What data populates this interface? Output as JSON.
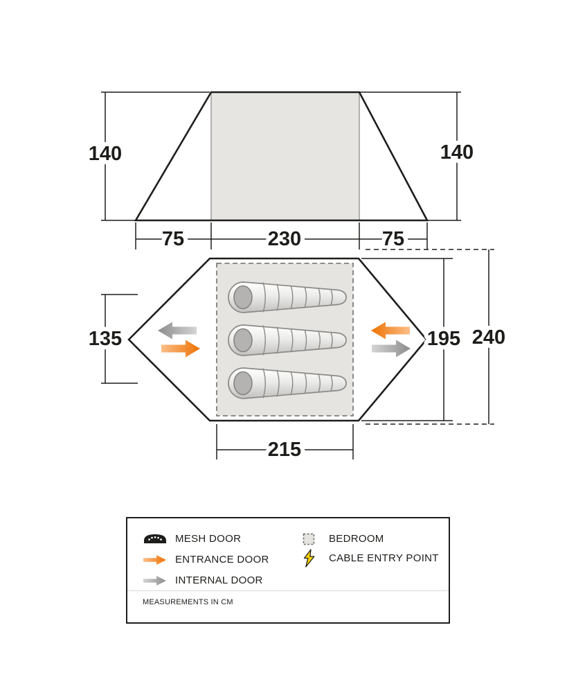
{
  "diagram": {
    "elevation": {
      "height_left": "140",
      "height_right": "140",
      "porch_left_width": "75",
      "bedroom_width": "230",
      "porch_right_width": "75"
    },
    "floorplan": {
      "left_door_width": "135",
      "inner_width": "195",
      "overall_width": "240",
      "bedroom_length": "215",
      "sleeping_bag_count": 3
    },
    "units": "cm"
  },
  "legend": {
    "items": [
      {
        "label": "MESH DOOR",
        "icon": "mesh-door-icon"
      },
      {
        "label": "ENTRANCE DOOR",
        "icon": "entrance-door-arrow-icon",
        "color": "#ee7203"
      },
      {
        "label": "INTERNAL DOOR",
        "icon": "internal-door-arrow-icon",
        "color": "#8c8c8c"
      },
      {
        "label": "BEDROOM",
        "icon": "bedroom-swatch-icon",
        "color": "#e6e4e1"
      },
      {
        "label": "CABLE ENTRY POINT",
        "icon": "cable-entry-bolt-icon",
        "color": "#ffd500"
      }
    ],
    "note": "MEASUREMENTS IN CM"
  },
  "colors": {
    "outline": "#1d1d1b",
    "bedroom_fill": "#e6e4e1",
    "entrance_arrow": "#ee7203",
    "internal_arrow": "#8c8c8c",
    "cable_bolt": "#ffd500"
  }
}
